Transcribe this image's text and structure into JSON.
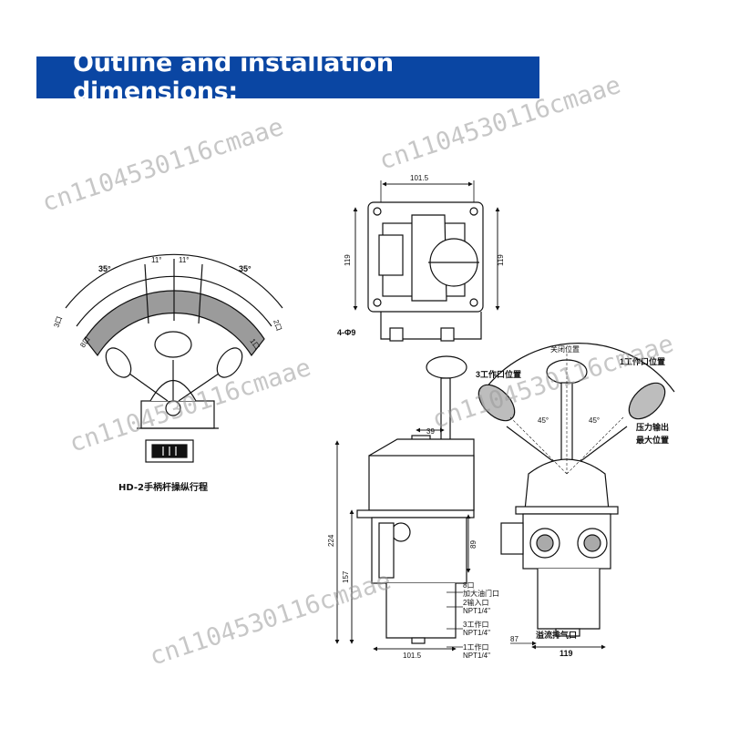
{
  "banner": {
    "title": "Outline and installation dimensions:"
  },
  "watermark": "cn1104530116cmaae",
  "left_view": {
    "angle_left": "35°",
    "angle_right": "35°",
    "angle_c1": "11°",
    "angle_c2": "11°",
    "port_3": "3口",
    "port_8": "8口",
    "port_1": "1口",
    "port_2": "2口",
    "caption": "HD-2手柄杆操纵行程"
  },
  "top_view": {
    "dim_width": "101.5",
    "dim_height_left": "119",
    "dim_height_right": "119",
    "holes": "4-Φ9"
  },
  "side_view": {
    "dim_39": "39",
    "dim_224": "224",
    "dim_157": "157",
    "dim_89": "89",
    "dim_101_5": "101.5",
    "port_8": "8口",
    "port_8_desc": "加大油门口",
    "port_2": "2输入口",
    "port_2_thread": "NPT1/4\"",
    "port_3": "3工作口",
    "port_3_thread": "NPT1/4\"",
    "port_1": "1工作口",
    "port_1_thread": "NPT1/4\""
  },
  "front_view": {
    "closed_pos": "关闭位置",
    "port1_pos": "1工作口位置",
    "port3_pos": "3工作口位置",
    "angle_l": "45°",
    "angle_r": "45°",
    "max_output_1": "压力输出",
    "max_output_2": "最大位置",
    "overflow": "溢流排气口",
    "dim_87": "87",
    "dim_119": "119"
  }
}
